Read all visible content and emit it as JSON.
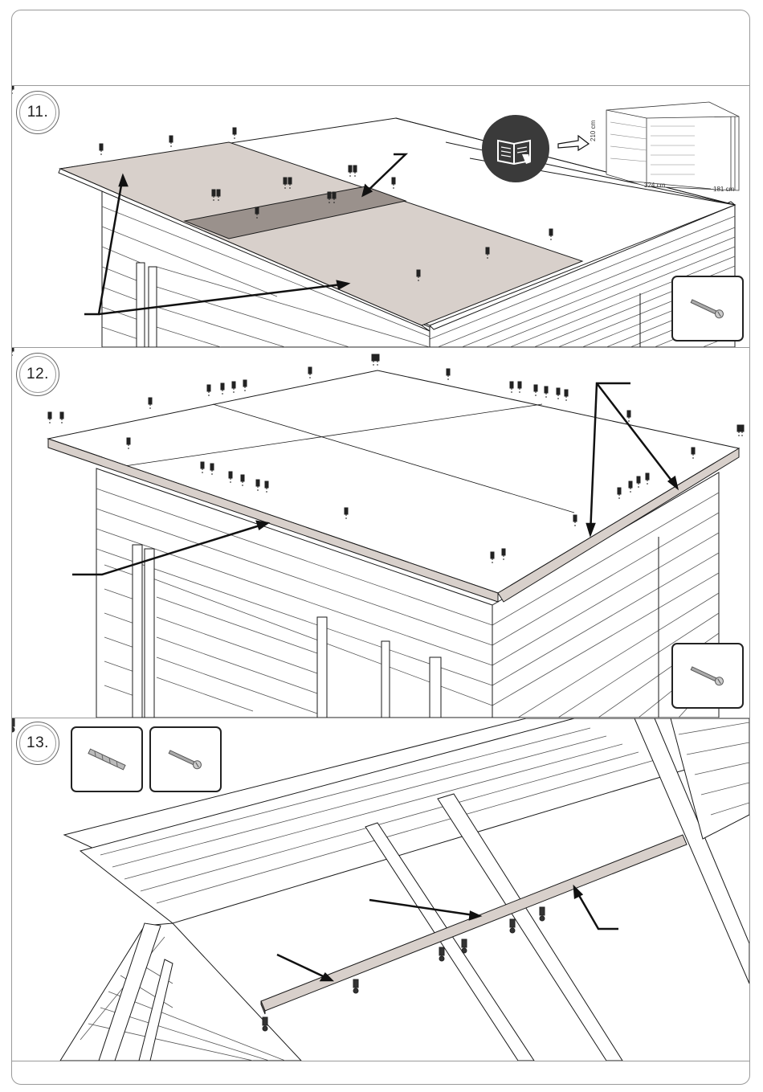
{
  "steps": [
    {
      "number": "11.",
      "parts": [
        "screw"
      ],
      "reference": {
        "icon": "manual-book-icon",
        "width": "324 cm",
        "depth": "181 cm",
        "height": "210 cm"
      }
    },
    {
      "number": "12.",
      "parts": [
        "screw"
      ]
    },
    {
      "number": "13.",
      "parts": [
        "wall-plug",
        "screw"
      ]
    }
  ],
  "colors": {
    "line": "#1a1a1a",
    "wood": "#ffffff",
    "roofing": "#d8d0cb",
    "roofing_dark": "#9a918c",
    "badge": "#3a3a3a"
  }
}
